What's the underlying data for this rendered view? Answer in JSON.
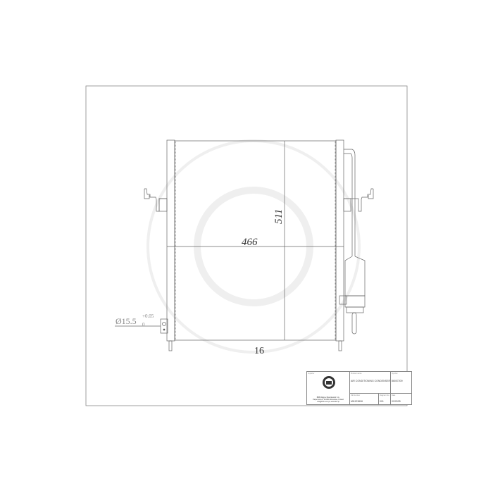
{
  "drawing": {
    "dimensions": {
      "width": "466",
      "height": "511",
      "thickness": "16",
      "pipe_diameter": "Ø15.5",
      "tolerance_upper": "+0.05",
      "tolerance_lower": "0"
    }
  },
  "title_block": {
    "importer_label": "Importer",
    "importer_lines": [
      "BBB Wagner Maszkowski S.A.",
      "Papiernicza 8, 00-890 Warszawa, Poland",
      "info@bbb.com.pl, www.bbb.pl"
    ],
    "product_name_label": "Product name",
    "product_name": "AIR CONDITIONING CONDENSER",
    "symbol_label": "Symbol",
    "symbol": "86007209",
    "oe_number_label": "OE Number",
    "oe_number": "MN123606",
    "diagram_no_label": "Diagram No.",
    "diagram_no": "001",
    "date_label": "Date",
    "date": "02/2025",
    "logo_icon": "company-seal-logo"
  },
  "colors": {
    "line": "#666666",
    "watermark": "#f2f2f2"
  }
}
